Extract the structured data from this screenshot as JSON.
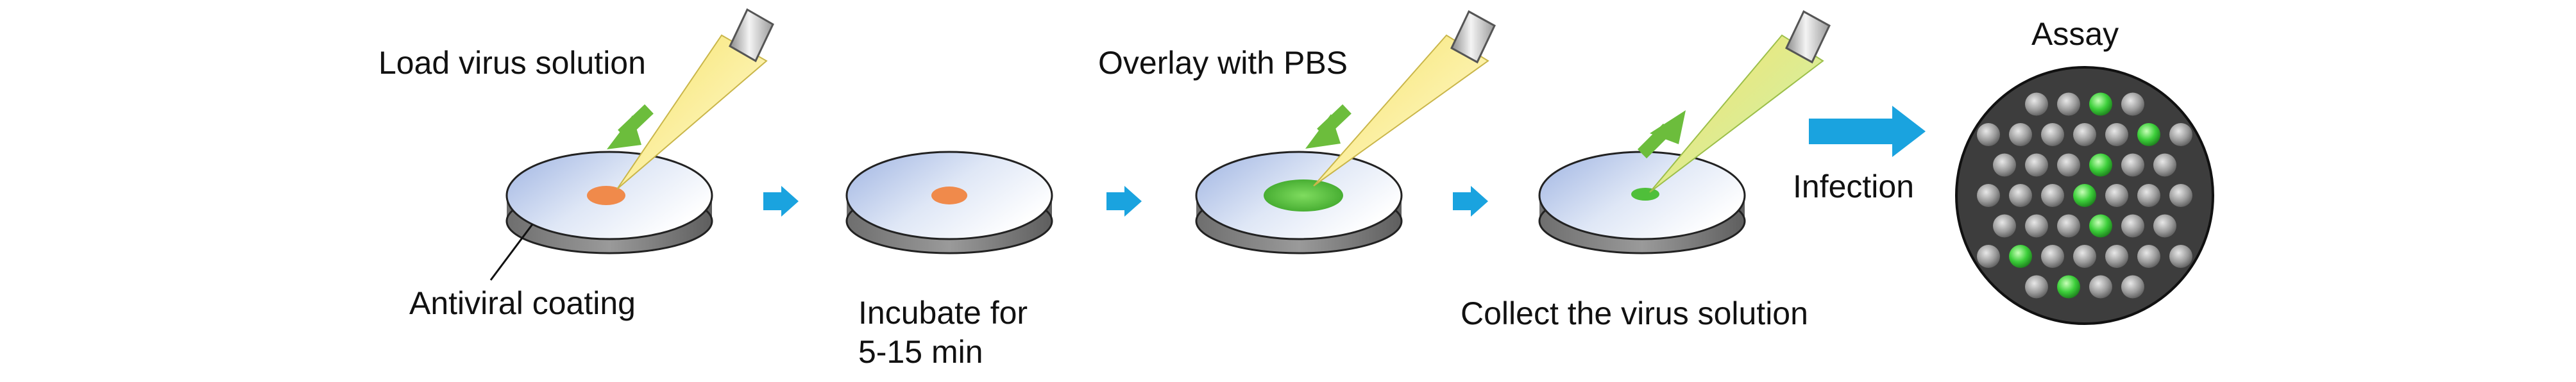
{
  "steps": [
    {
      "label": "Load virus solution"
    },
    {
      "label_line1": "Incubate for",
      "label_line2": "5-15 min"
    },
    {
      "label": "Overlay with PBS"
    },
    {
      "label": "Collect the virus solution"
    }
  ],
  "annotations": {
    "coating": "Antiviral coating",
    "infection": "Infection",
    "assay": "Assay"
  },
  "colors": {
    "arrow_blue": "#1aa3df",
    "spot_orange": "#f08a4b",
    "spot_green": "#4fbf3a",
    "plate_dark": "#3d3d3d",
    "cell_gray": "#9a9a9a",
    "cell_green": "#3ccf3a"
  }
}
